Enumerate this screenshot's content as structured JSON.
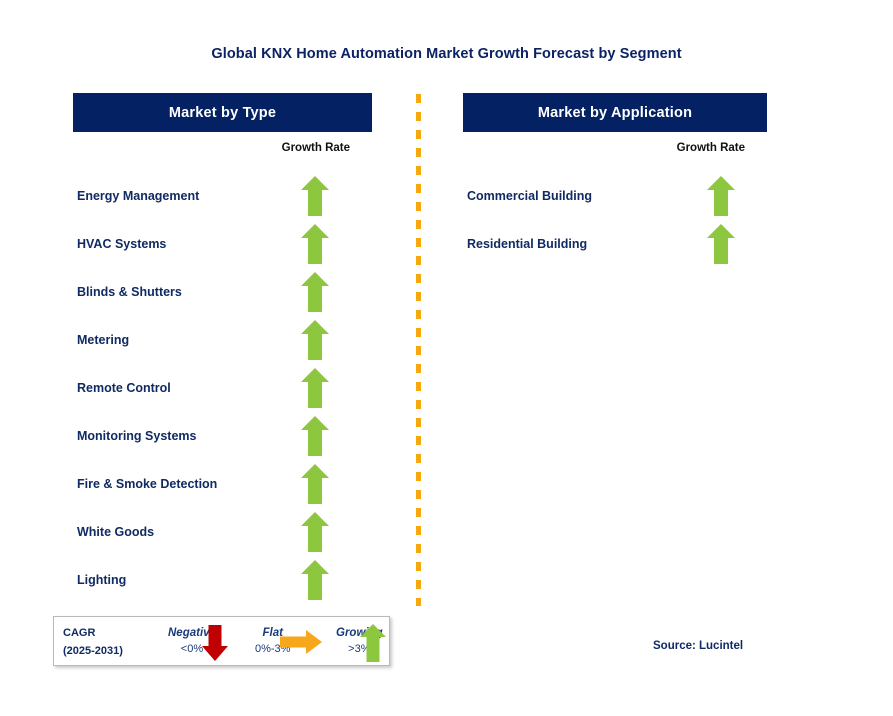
{
  "title": "Global KNX Home Automation Market Growth Forecast by Segment",
  "colors": {
    "header_bar": "#042263",
    "title_text": "#0b2265",
    "label_text": "#102a63",
    "arrow_growing": "#8DC63F",
    "arrow_flat": "#F7A71C",
    "arrow_negative": "#C00000",
    "divider_dashed": "#f5a90c"
  },
  "columns": [
    {
      "id": "market-by-type",
      "header": "Market by Type",
      "growth_rate_label": "Growth Rate",
      "rows": [
        {
          "label": "Energy Management",
          "growth": "Growing",
          "arrow": "arrow-up-icon"
        },
        {
          "label": "HVAC Systems",
          "growth": "Growing",
          "arrow": "arrow-up-icon"
        },
        {
          "label": "Blinds & Shutters",
          "growth": "Growing",
          "arrow": "arrow-up-icon"
        },
        {
          "label": "Metering",
          "growth": "Growing",
          "arrow": "arrow-up-icon"
        },
        {
          "label": "Remote Control",
          "growth": "Growing",
          "arrow": "arrow-up-icon"
        },
        {
          "label": "Monitoring Systems",
          "growth": "Growing",
          "arrow": "arrow-up-icon"
        },
        {
          "label": "Fire & Smoke Detection",
          "growth": "Growing",
          "arrow": "arrow-up-icon"
        },
        {
          "label": "White Goods",
          "growth": "Growing",
          "arrow": "arrow-up-icon"
        },
        {
          "label": "Lighting",
          "growth": "Growing",
          "arrow": "arrow-up-icon"
        }
      ]
    },
    {
      "id": "market-by-application",
      "header": "Market by Application",
      "growth_rate_label": "Growth Rate",
      "rows": [
        {
          "label": "Commercial Building",
          "growth": "Growing",
          "arrow": "arrow-up-icon"
        },
        {
          "label": "Residential Building",
          "growth": "Growing",
          "arrow": "arrow-up-icon"
        }
      ]
    }
  ],
  "legend": {
    "metric": "CAGR",
    "period": "(2025-2031)",
    "items": [
      {
        "name": "Negative",
        "range": "<0%",
        "icon": "arrow-down-icon",
        "color": "#C00000"
      },
      {
        "name": "Flat",
        "range": "0%-3%",
        "icon": "arrow-right-icon",
        "color": "#F7A71C"
      },
      {
        "name": "Growing",
        "range": ">3%",
        "icon": "arrow-up-icon",
        "color": "#8DC63F"
      }
    ]
  },
  "source": "Source: Lucintel",
  "chart_data": {
    "type": "table",
    "title": "Global KNX Home Automation Market Growth Forecast by Segment",
    "legend_position": "bottom-left",
    "value_label": "Growth Rate",
    "categories_label": [
      "Market by Type",
      "Market by Application"
    ],
    "series": [
      {
        "name": "Market by Type",
        "categories": [
          "Energy Management",
          "HVAC Systems",
          "Blinds & Shutters",
          "Metering",
          "Remote Control",
          "Monitoring Systems",
          "Fire & Smoke Detection",
          "White Goods",
          "Lighting"
        ],
        "values": [
          "Growing",
          "Growing",
          "Growing",
          "Growing",
          "Growing",
          "Growing",
          "Growing",
          "Growing",
          "Growing"
        ]
      },
      {
        "name": "Market by Application",
        "categories": [
          "Commercial Building",
          "Residential Building"
        ],
        "values": [
          "Growing",
          "Growing"
        ]
      }
    ],
    "scale": [
      {
        "label": "Negative",
        "range": "<0%"
      },
      {
        "label": "Flat",
        "range": "0%-3%"
      },
      {
        "label": "Growing",
        "range": ">3%"
      }
    ]
  }
}
